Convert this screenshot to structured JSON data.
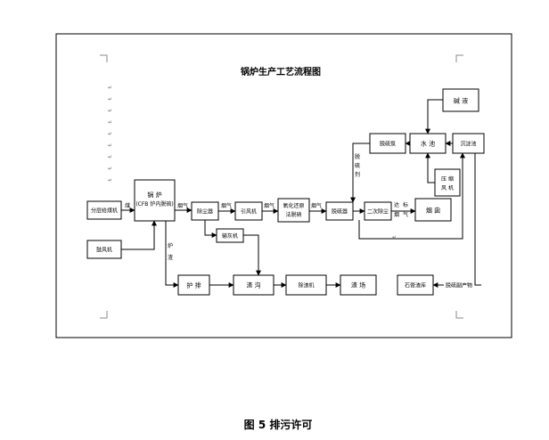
{
  "title": "锅炉生产工艺流程图",
  "caption": "图 5   排污许可",
  "mark": "↵",
  "nodes": {
    "coal_mill": "分层给煤机",
    "blower": "鼓风机",
    "boiler_line1": "锅 炉",
    "boiler_line2": "(CFB 炉内脱硫)",
    "dust_collector": "除尘器",
    "induced_fan": "引风机",
    "sncr_line1": "氧化还原",
    "sncr_line2": "法脱硝",
    "desulfurizer": "脱硫器",
    "secondary_dust": "二次除尘",
    "chimney": "烟 囱",
    "ash_conveyor": "输灰机",
    "slag_discharge": "护 排",
    "slag_channel": "渣 沟",
    "slag_remover": "除渣机",
    "slag_yard": "渣 场",
    "desulf_pump": "脱硫泵",
    "water_pool": "水 池",
    "settling_pool": "沉淀池",
    "alkali": "碱 液",
    "compressor_line1": "压 缩",
    "compressor_line2": "风 机",
    "gypsum_yard": "石膏渣库",
    "byproduct": "脱硫副产物"
  },
  "edge_labels": {
    "coal": "煤",
    "flue1": "烟气",
    "flue2": "烟气",
    "flue3": "烟气",
    "flue4": "烟气",
    "slag_v1": "炉",
    "slag_v2": "渣",
    "agent_1": "脱",
    "agent_2": "硫",
    "agent_3": "剂",
    "up_1": "达",
    "up_2": "标",
    "up_3": "烟",
    "up_4": "气"
  }
}
